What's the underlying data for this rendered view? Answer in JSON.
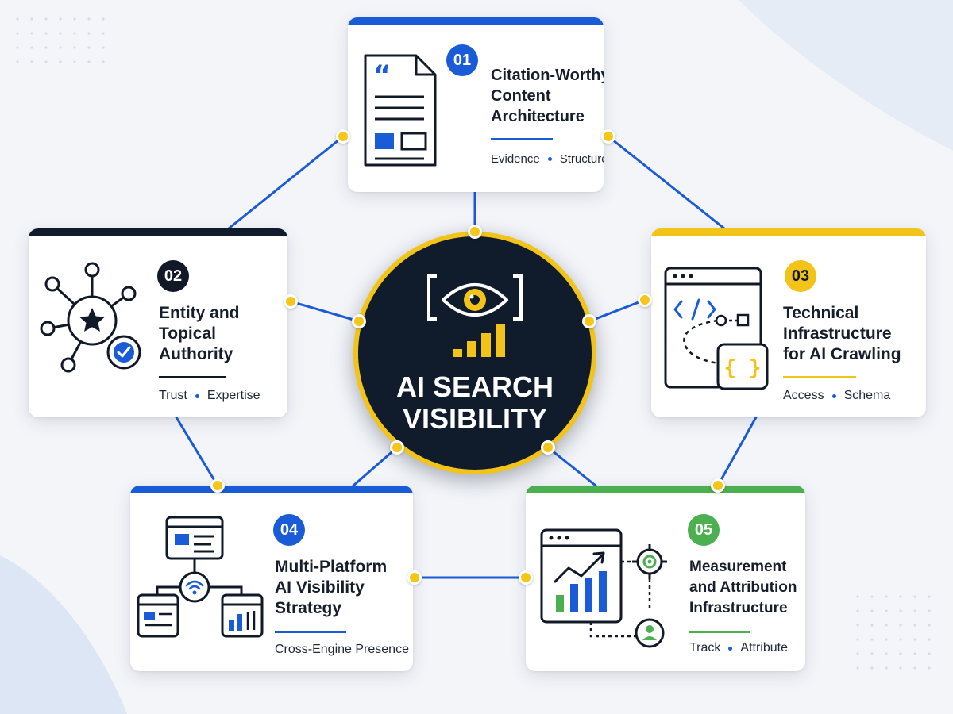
{
  "colors": {
    "blue": "#1a5bd8",
    "navy": "#101c2c",
    "yellow": "#f2c318",
    "green": "#4caf50",
    "dark": "#111827"
  },
  "hub": {
    "title_line1": "AI SEARCH",
    "title_line2": "VISIBILITY",
    "icon": "eye-signal-icon"
  },
  "pillars": [
    {
      "number": "01",
      "title_lines": [
        "Citation-Worthy",
        "Content",
        "Architecture"
      ],
      "tag1": "Evidence",
      "tag2": "Structure",
      "icon": "quote-document-icon",
      "accent": "#1a5bd8"
    },
    {
      "number": "02",
      "title_lines": [
        "Entity and",
        "Topical",
        "Authority"
      ],
      "tag1": "Trust",
      "tag2": "Expertise",
      "icon": "entity-network-icon",
      "accent": "#101c2c"
    },
    {
      "number": "03",
      "title_lines": [
        "Technical",
        "Infrastructure",
        "for AI Crawling"
      ],
      "tag1": "Access",
      "tag2": "Schema",
      "icon": "code-browser-icon",
      "accent": "#f2c318"
    },
    {
      "number": "04",
      "title_lines": [
        "Multi-Platform",
        "AI Visibility",
        "Strategy"
      ],
      "tag1": "Cross-Engine Presence",
      "tag2": "",
      "icon": "multi-platform-icon",
      "accent": "#1a5bd8"
    },
    {
      "number": "05",
      "title_lines": [
        "Measurement",
        "and Attribution",
        "Infrastructure"
      ],
      "tag1": "Track",
      "tag2": "Attribute",
      "icon": "analytics-dashboard-icon",
      "accent": "#4caf50"
    }
  ]
}
